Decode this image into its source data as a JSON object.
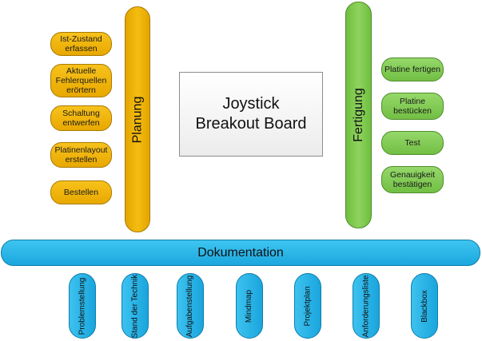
{
  "title_box": {
    "line1": "Joystick",
    "line2": "Breakout Board"
  },
  "planung": {
    "label": "Planung",
    "items": [
      [
        "Ist-Zustand",
        "erfassen"
      ],
      [
        "Aktuelle",
        "Fehlerquellen",
        "erörtern"
      ],
      [
        "Schaltung",
        "entwerfen"
      ],
      [
        "Platinenlayout",
        "erstellen"
      ],
      [
        "Bestellen"
      ]
    ]
  },
  "fertigung": {
    "label": "Fertigung",
    "items": [
      [
        "Platine fertigen"
      ],
      [
        "Platine",
        "bestücken"
      ],
      [
        "Test"
      ],
      [
        "Genauigkeit",
        "bestätigen"
      ]
    ]
  },
  "dokumentation": {
    "label": "Dokumentation",
    "items": [
      "Problemstellung",
      "Stand der Technik",
      "Aufgabenstellung",
      "Mindmap",
      "Projektplan",
      "Anforderungsliste",
      "Blackbox"
    ]
  },
  "colors": {
    "planung": "#f2b705",
    "fertigung": "#7fc850",
    "dokumentation": "#29b5e8"
  }
}
